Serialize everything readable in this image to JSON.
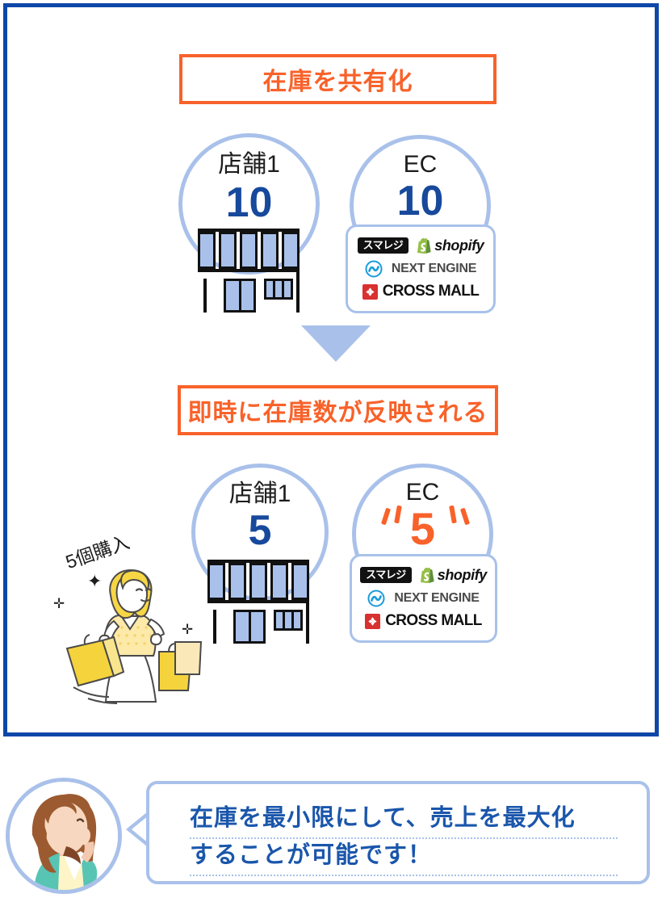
{
  "colors": {
    "frame_blue": "#0d47a8",
    "accent_orange": "#f8622a",
    "light_blue": "#a9c1ea",
    "number_blue": "#17499c",
    "bubble_text_blue": "#1a56ab",
    "bag_yellow": "#f5d33d",
    "avatar_hair": "#9c5a31",
    "avatar_cloth": "#58c4b4"
  },
  "banners": {
    "top": "在庫を共有化",
    "middle": "即時に在庫数が反映される"
  },
  "before": {
    "store": {
      "label": "店舗1",
      "count": "10"
    },
    "ec": {
      "label": "EC",
      "count": "10"
    }
  },
  "after": {
    "store": {
      "label": "店舗1",
      "count": "5"
    },
    "ec": {
      "label": "EC",
      "count": "5"
    }
  },
  "ec_services": {
    "smaregi": "スマレジ",
    "shopify": "shopify",
    "next_engine": "NEXT ENGINE",
    "cross_mall": "CROSS MALL"
  },
  "shopper": {
    "purchase_label": "5個購入"
  },
  "speech": {
    "line1": "在庫を最小限にして、売上を最大化",
    "line2": "することが可能です！"
  }
}
